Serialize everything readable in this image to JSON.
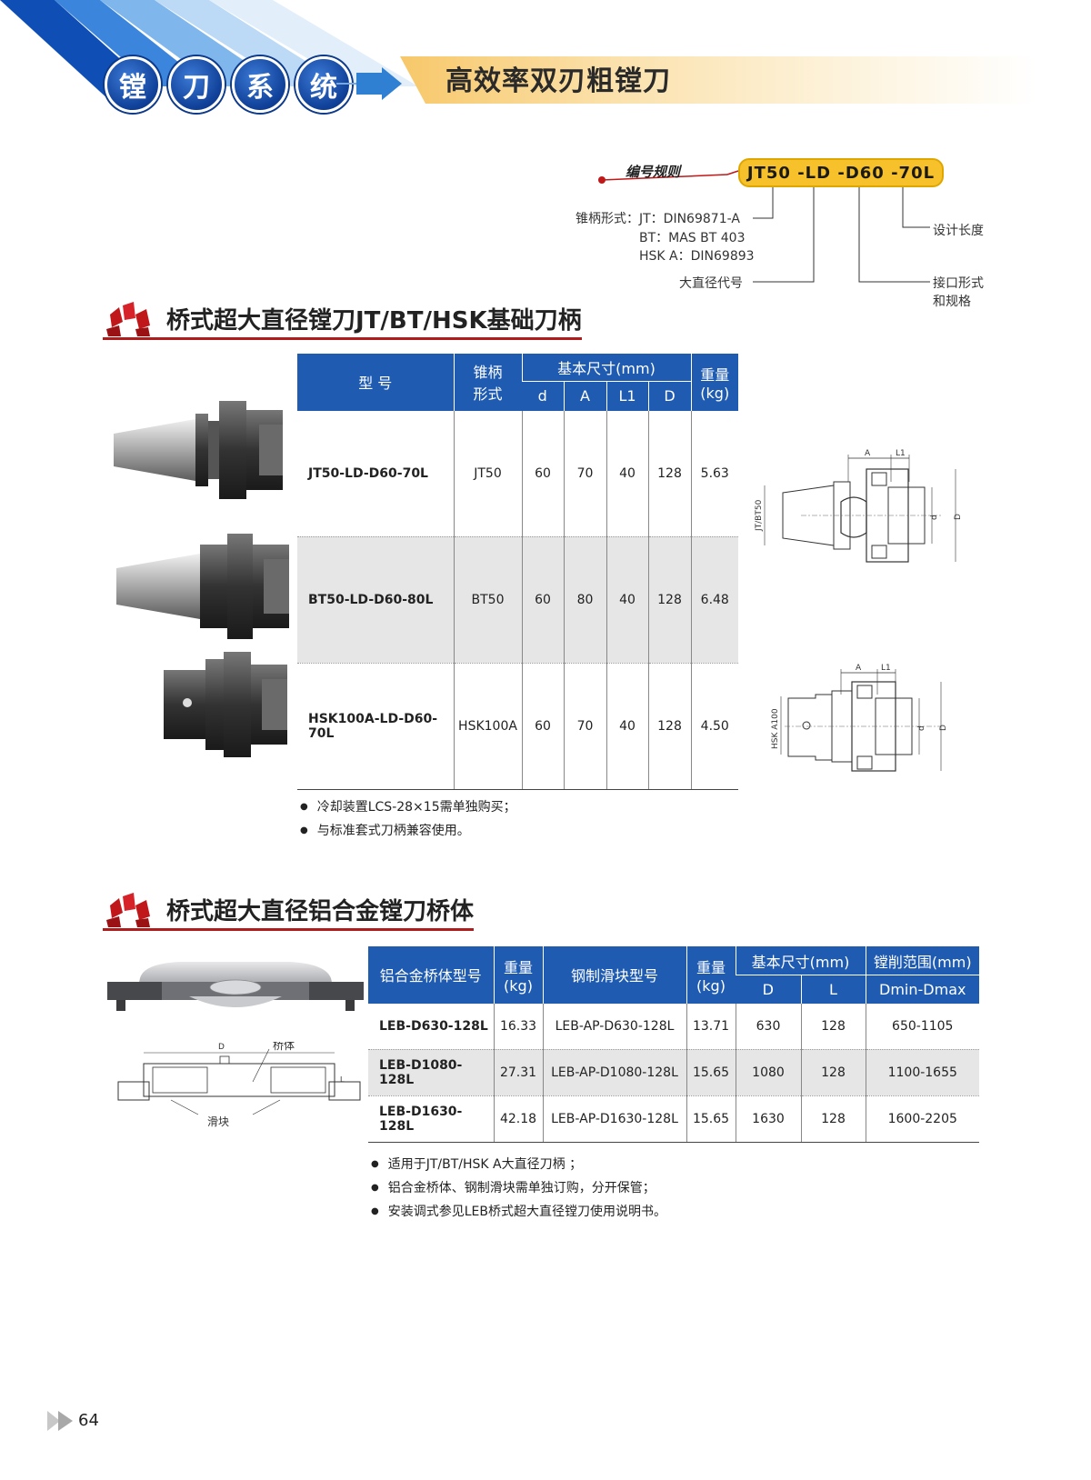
{
  "header": {
    "circles": [
      "镗",
      "刀",
      "系",
      "统"
    ],
    "title": "高效率双刃粗镗刀"
  },
  "numbering_rule": {
    "label": "编号规则",
    "code": "JT50  -LD  -D60 -70L",
    "taper_label": "锥柄形式：JT：DIN69871-A",
    "taper_bt": "BT：MAS BT 403",
    "taper_hsk": "HSK A：DIN69893",
    "big_dia": "大直径代号",
    "design_len": "设计长度",
    "interface_1": "接口形式",
    "interface_2": "和规格"
  },
  "section1": {
    "title": "桥式超大直径镗刀JT/BT/HSK基础刀柄",
    "headers": {
      "model": "型  号",
      "taper_1": "锥柄",
      "taper_2": "形式",
      "basic": "基本尺寸(mm)",
      "weight_1": "重量",
      "weight_2": "(kg)",
      "d": "d",
      "A": "A",
      "L1": "L1",
      "D": "D"
    },
    "rows": [
      {
        "model": "JT50-LD-D60-70L",
        "taper": "JT50",
        "d": "60",
        "A": "70",
        "L1": "40",
        "D": "128",
        "weight": "5.63"
      },
      {
        "model": "BT50-LD-D60-80L",
        "taper": "BT50",
        "d": "60",
        "A": "80",
        "L1": "40",
        "D": "128",
        "weight": "6.48"
      },
      {
        "model": "HSK100A-LD-D60-70L",
        "taper": "HSK100A",
        "d": "60",
        "A": "70",
        "L1": "40",
        "D": "128",
        "weight": "4.50"
      }
    ],
    "notes": [
      "冷却装置LCS-28×15需单独购买；",
      "与标准套式刀柄兼容使用。"
    ],
    "drawing1": {
      "A": "A",
      "L1": "L1",
      "side": "JT/BT50",
      "d": "d",
      "D": "D"
    },
    "drawing2": {
      "A": "A",
      "L1": "L1",
      "side": "HSK A100",
      "d": "d",
      "D": "D"
    }
  },
  "section2": {
    "title": "桥式超大直径铝合金镗刀桥体",
    "headers": {
      "model": "铝合金桥体型号",
      "weight_1": "重量",
      "weight_2": "(kg)",
      "slider": "钢制滑块型号",
      "weight2_1": "重量",
      "weight2_2": "(kg)",
      "basic": "基本尺寸(mm)",
      "range": "镗削范围(mm)",
      "D": "D",
      "L": "L",
      "dmin_dmax": "Dmin-Dmax"
    },
    "rows": [
      {
        "model": "LEB-D630-128L",
        "weight": "16.33",
        "slider": "LEB-AP-D630-128L",
        "slider_weight": "13.71",
        "D": "630",
        "L": "128",
        "range": "650-1105"
      },
      {
        "model": "LEB-D1080-128L",
        "weight": "27.31",
        "slider": "LEB-AP-D1080-128L",
        "slider_weight": "15.65",
        "D": "1080",
        "L": "128",
        "range": "1100-1655"
      },
      {
        "model": "LEB-D1630-128L",
        "weight": "42.18",
        "slider": "LEB-AP-D1630-128L",
        "slider_weight": "15.65",
        "D": "1630",
        "L": "128",
        "range": "1600-2205"
      }
    ],
    "notes": [
      "适用于JT/BT/HSK A大直径刀柄 ；",
      "铝合金桥体、钢制滑块需单独订购，分开保管；",
      "安装调式参见LEB桥式超大直径镗刀使用说明书。"
    ],
    "drawing": {
      "D": "D",
      "bridge": "桥体",
      "slider": "滑块",
      "L": "L"
    }
  },
  "page_number": "64"
}
